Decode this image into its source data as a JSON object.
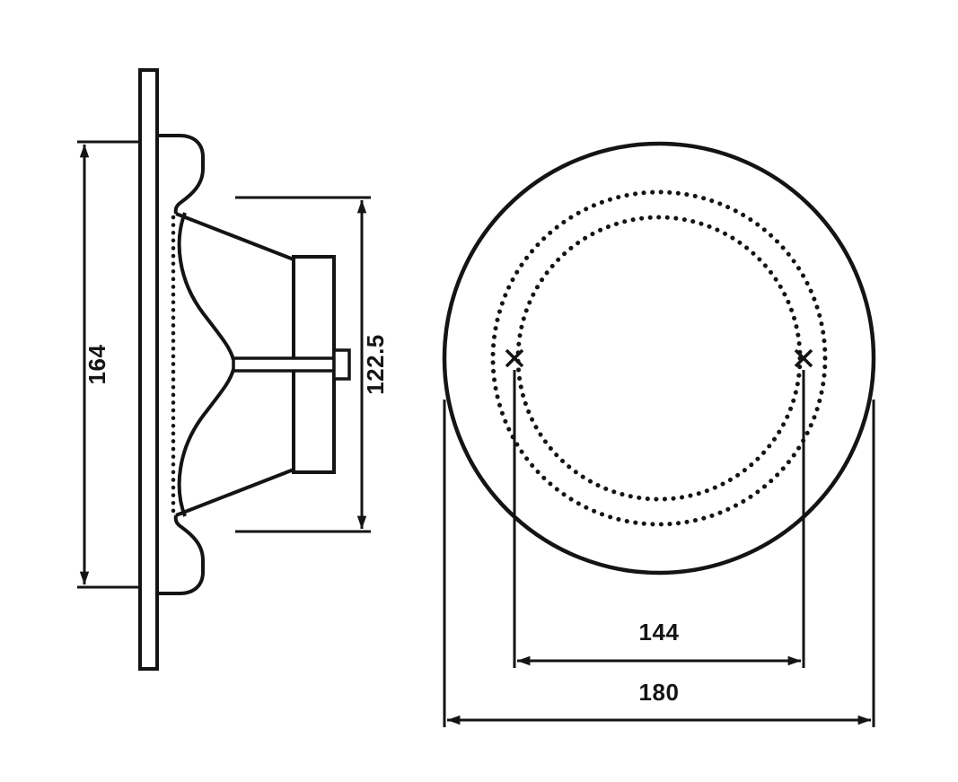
{
  "drawing": {
    "colors": {
      "ink": "#141414",
      "background": "#ffffff"
    },
    "side_view": {
      "overall_height_label": "164",
      "body_depth_label": "122.5"
    },
    "front_view": {
      "hole_spacing_label": "144",
      "outer_diameter_label": "180"
    }
  }
}
